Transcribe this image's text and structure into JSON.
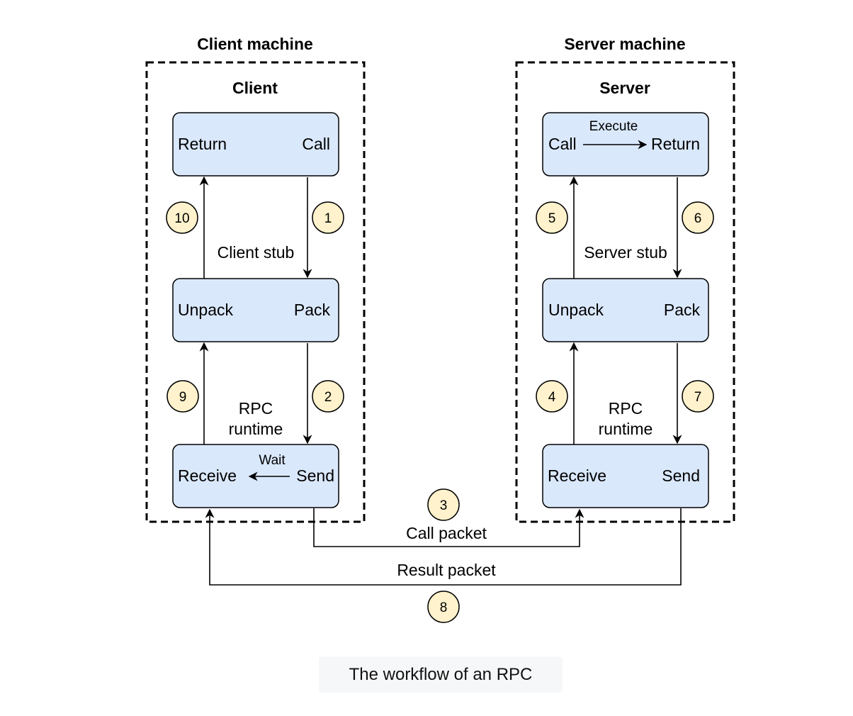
{
  "caption": "The workflow of an RPC",
  "client": {
    "machine_title": "Client machine",
    "process_title": "Client",
    "top_box": {
      "left": "Return",
      "right": "Call"
    },
    "stub_label": "Client stub",
    "middle_box": {
      "left": "Unpack",
      "right": "Pack"
    },
    "runtime_label_line1": "RPC",
    "runtime_label_line2": "runtime",
    "bottom_box": {
      "left": "Receive",
      "right": "Send",
      "arrow_label": "Wait"
    }
  },
  "server": {
    "machine_title": "Server machine",
    "process_title": "Server",
    "top_box": {
      "left": "Call",
      "right": "Return",
      "arrow_label": "Execute"
    },
    "stub_label": "Server stub",
    "middle_box": {
      "left": "Unpack",
      "right": "Pack"
    },
    "runtime_label_line1": "RPC",
    "runtime_label_line2": "runtime",
    "bottom_box": {
      "left": "Receive",
      "right": "Send"
    }
  },
  "network": {
    "call_packet_label": "Call packet",
    "result_packet_label": "Result packet"
  },
  "steps": [
    "1",
    "2",
    "3",
    "4",
    "5",
    "6",
    "7",
    "8",
    "9",
    "10"
  ],
  "colors": {
    "box_fill": "#dae8fc",
    "badge_fill": "#fff2cc",
    "stroke": "#000000"
  }
}
